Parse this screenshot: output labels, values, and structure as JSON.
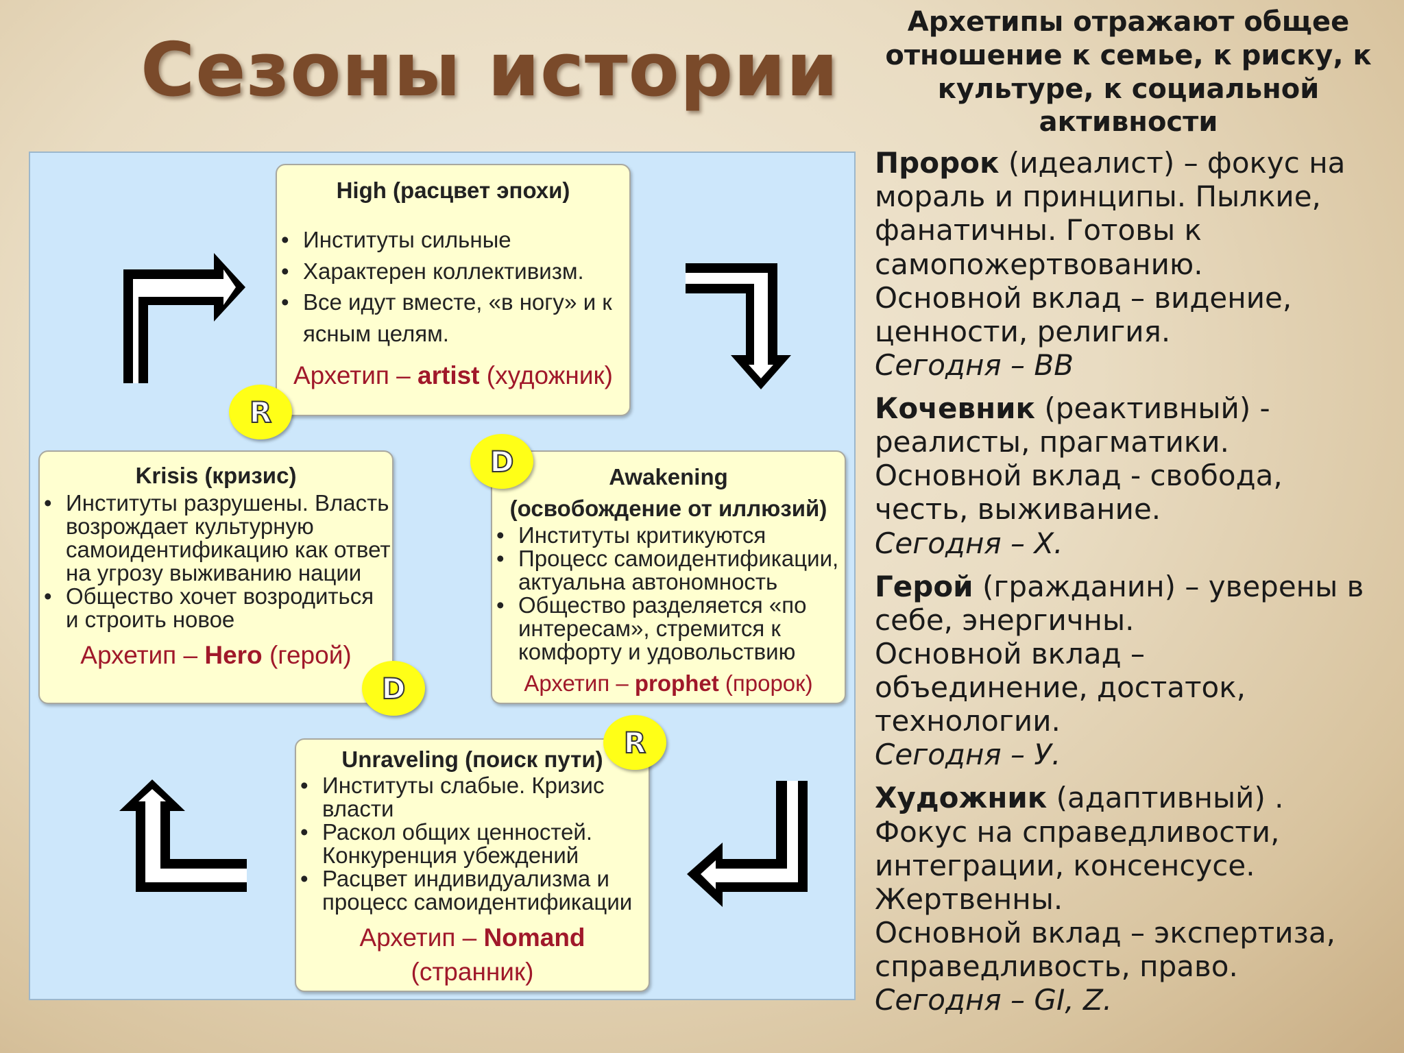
{
  "title": "Сезоны истории",
  "diagram": {
    "high": {
      "title": "High (расцвет эпохи)",
      "items": [
        "Институты сильные",
        "Характерен коллективизм.",
        "Все идут вместе, «в ногу» и к ясным целям."
      ],
      "archetype_prefix": "Архетип – ",
      "archetype_name": "artist",
      "archetype_suffix": " (художник)"
    },
    "krisis": {
      "title": "Krisis (кризис)",
      "items": [
        "Институты разрушены. Власть возрождает культурную самоидентификацию как ответ на угрозу выживанию нации",
        "Общество хочет возродиться и строить новое"
      ],
      "archetype_prefix": "Архетип – ",
      "archetype_name": "Hero",
      "archetype_suffix": " (герой)"
    },
    "awakening": {
      "title_line1": "Awakening",
      "title_line2": "(освобождение от иллюзий)",
      "items": [
        "Институты критикуются",
        "Процесс самоидентификации, актуальна автономность",
        "Общество разделяется «по интересам», стремится к комфорту и удовольствию"
      ],
      "archetype_prefix": "Архетип – ",
      "archetype_name": "prophet",
      "archetype_suffix": " (пророк)"
    },
    "unraveling": {
      "title": "Unraveling (поиск пути)",
      "items": [
        "Институты слабые. Кризис власти",
        "Раскол общих ценностей. Конкуренция убеждений",
        "Расцвет индивидуализма и процесс самоидентификации"
      ],
      "archetype_prefix": "Архетип – ",
      "archetype_name": "Nomand",
      "archetype_suffix": "(странник)"
    },
    "badges": {
      "high": "R",
      "awakening": "D",
      "krisis": "D",
      "unraveling": "R"
    },
    "icons": [
      "arrow-up-right-icon",
      "arrow-right-down-icon",
      "arrow-down-left-icon",
      "arrow-up-from-right-icon"
    ],
    "colors": {
      "panel_bg": "#cde7fb",
      "box_bg": "#ffffd0",
      "badge": "#ffff17",
      "archetype_text": "#a0182a",
      "title": "#7a4a2a"
    }
  },
  "sidebar": {
    "heading": "Архетипы отражают общее отношение к семье, к риску, к культуре, к социальной активности",
    "entries": [
      {
        "name": "Пророк",
        "first_line_rest": " (идеалист) – фокус на",
        "lines": [
          "мораль и принципы. Пылкие,",
          "фанатичны. Готовы к",
          "самопожертвованию.",
          "Основной вклад – видение,",
          "ценности, религия."
        ],
        "today": "Сегодня – ВВ"
      },
      {
        "name": "Кочевник",
        "first_line_rest": " (реактивный) -",
        "lines": [
          "реалисты, прагматики.",
          "Основной вклад  - свобода,",
          "честь, выживание."
        ],
        "today": "Сегодня – Х."
      },
      {
        "name": "Герой",
        "first_line_rest": " (гражданин) – уверены в",
        "lines": [
          "себе,  энергичны.",
          "Основной вклад –",
          "объединение, достаток,",
          "технологии."
        ],
        "today": "Сегодня – У."
      },
      {
        "name": "Художник",
        "first_line_rest": " (адаптивный) .",
        "lines": [
          "Фокус на справедливости,",
          "интеграции, консенсусе.",
          "Жертвенны.",
          "Основной вклад – экспертиза,",
          "справедливость, право."
        ],
        "today": "Сегодня – GI, Z."
      }
    ]
  }
}
